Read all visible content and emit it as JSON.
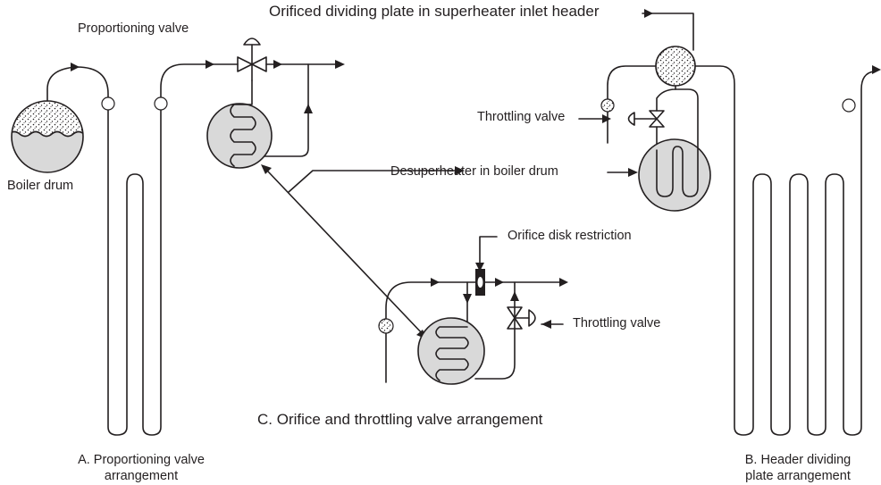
{
  "labels": {
    "orificed_plate": "Orificed dividing plate in superheater inlet header",
    "proportioning_valve": "Proportioning valve",
    "throttling_valve_b": "Throttling valve",
    "boiler_drum": "Boiler drum",
    "desuperheater": "Desuperheater in boiler drum",
    "orifice_disk": "Orifice disk restriction",
    "throttling_valve_c": "Throttling valve",
    "caption_c": "C. Orifice and throttling valve arrangement",
    "caption_a_line1": "A. Proportioning valve",
    "caption_a_line2": "arrangement",
    "caption_b_line1": "B. Header dividing",
    "caption_b_line2": "plate arrangement"
  },
  "colors": {
    "line": "#231f20",
    "vessel_fill": "#d9d9d9",
    "background": "#ffffff"
  }
}
